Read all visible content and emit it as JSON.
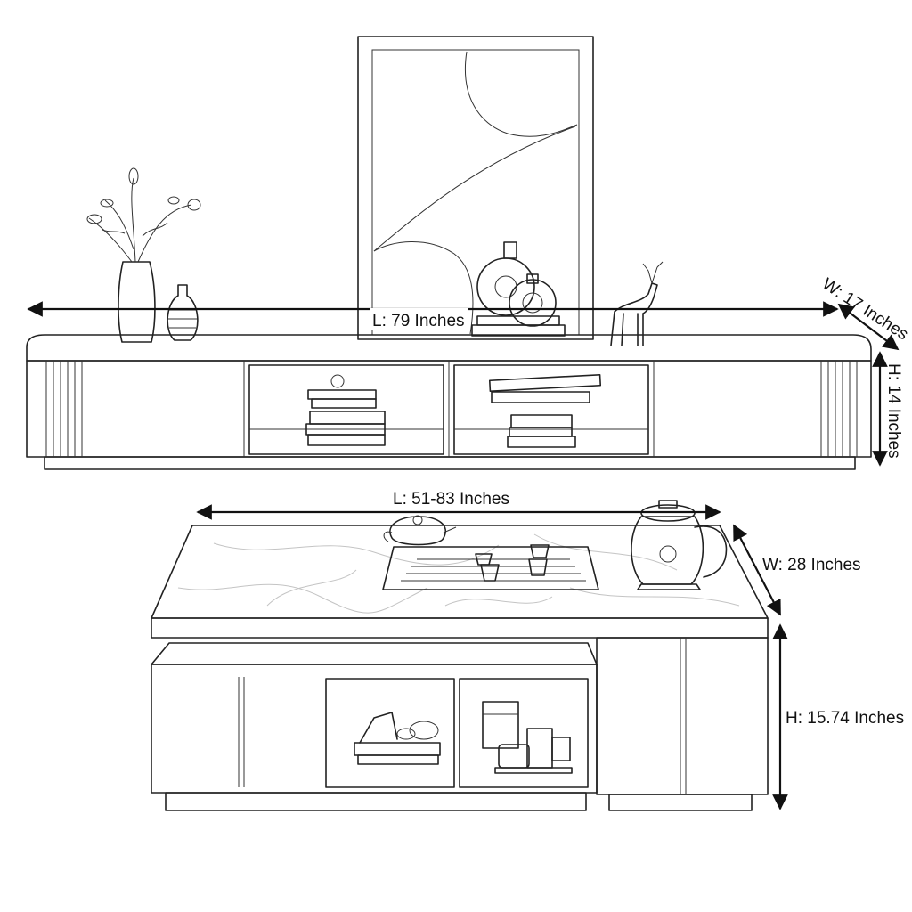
{
  "tv_stand": {
    "length_label": "L: 79 Inches",
    "width_label": "W: 17 Inches",
    "height_label": "H: 14 Inches"
  },
  "coffee_table": {
    "length_label": "L: 51-83 Inches",
    "width_label": "W: 28 Inches",
    "height_label": "H: 15.74 Inches"
  }
}
